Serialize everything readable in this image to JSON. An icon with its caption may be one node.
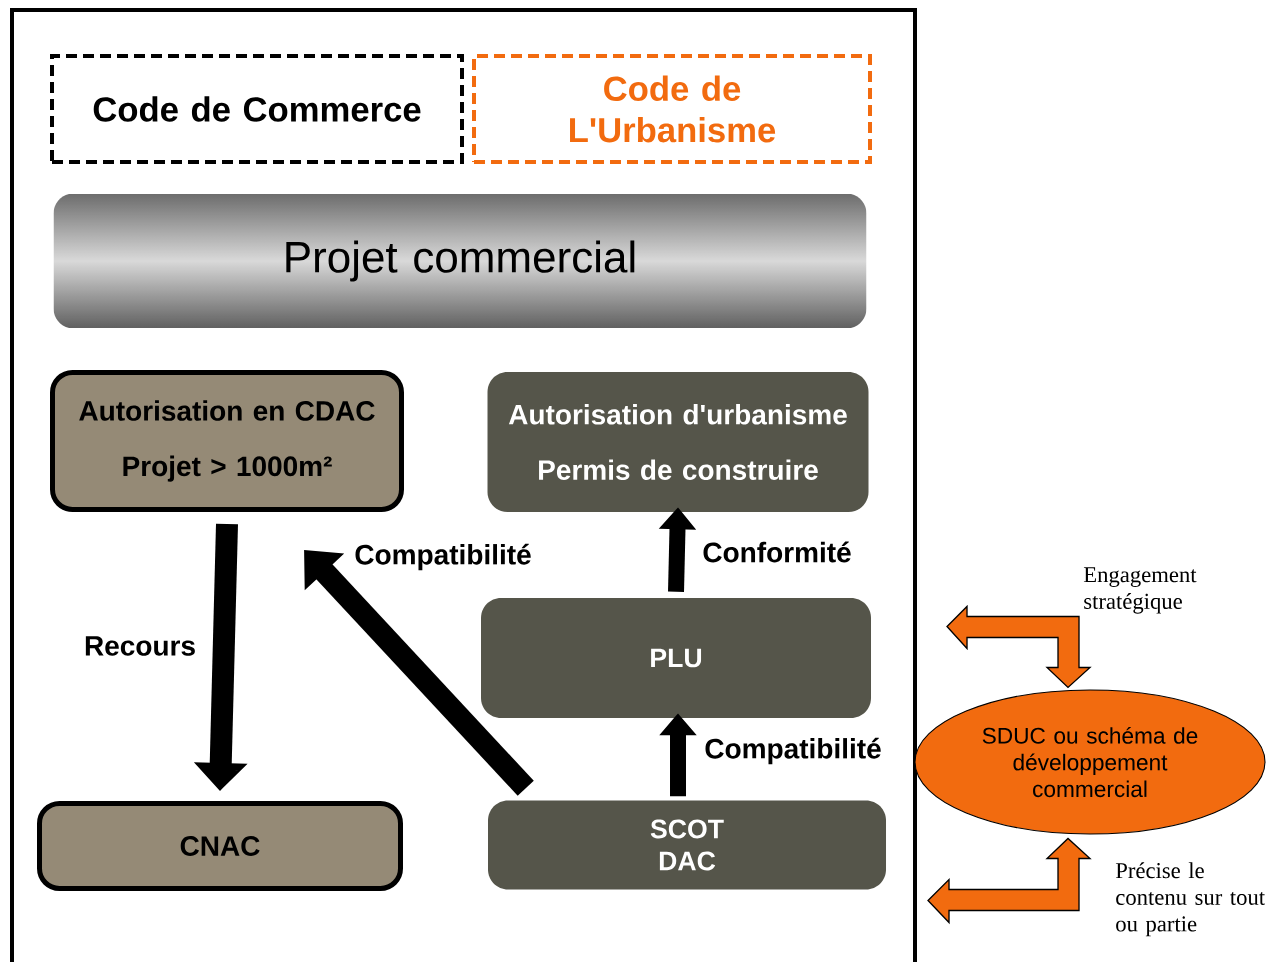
{
  "diagram": {
    "nodes": [
      {
        "text": [
          "Code de Commerce"
        ]
      },
      {
        "text": [
          "Code de L'Urbanisme"
        ]
      },
      {
        "text": [
          "Projet commercial"
        ]
      },
      {
        "text": [
          "Autorisation en CDAC",
          "Projet > 1000m²"
        ]
      },
      {
        "text": [
          "Autorisation d'urbanisme",
          "Permis de construire"
        ]
      },
      {
        "text": [
          "PLU"
        ]
      },
      {
        "text": [
          "CNAC"
        ]
      },
      {
        "text": [
          "SCOT DAC"
        ]
      },
      {
        "text": [
          "SDUC ou schéma de développement commercial"
        ]
      }
    ],
    "edges": [
      {
        "from": 3,
        "to": 6,
        "arrow": "to",
        "label": "Recours"
      },
      {
        "from": 7,
        "to": 3,
        "arrow": "to",
        "label": "Compatibilité"
      },
      {
        "from": 5,
        "to": 4,
        "arrow": "to",
        "label": "Conformité"
      },
      {
        "from": 7,
        "to": 5,
        "arrow": "to",
        "label": "Compatibilité"
      },
      {
        "from": null,
        "to": 8,
        "arrow": "both",
        "label": "Engagement stratégique",
        "color": "#f26b0f"
      },
      {
        "from": 8,
        "to": null,
        "arrow": "both",
        "label": "Précise le contenu sur tout ou partie",
        "color": "#f26b0f"
      }
    ]
  }
}
